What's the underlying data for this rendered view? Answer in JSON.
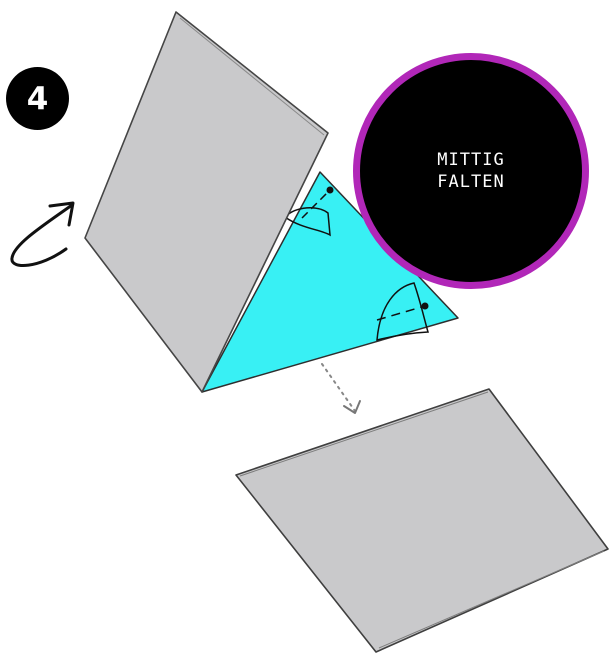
{
  "step": {
    "number": "4"
  },
  "instruction": {
    "lines": [
      "MITTIG",
      "FALTEN"
    ]
  },
  "colors": {
    "paper_gray": "#c9c9cb",
    "paper_edge": "#4a4a4a",
    "cyan_inside": "#38f0f4",
    "instruction_ring": "#b127b8",
    "badge_bg": "#000000"
  },
  "icons": [
    "curved-arrow-icon",
    "dotted-down-arrow-icon",
    "pin-icon"
  ]
}
